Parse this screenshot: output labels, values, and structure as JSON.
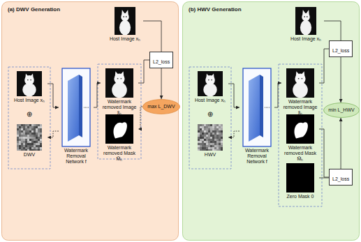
{
  "diagram": {
    "nodes": [
      {
        "text": [
          "(a) DWV Generation"
        ]
      },
      {
        "text": [
          "Host Image xₕ"
        ],
        "in": 0
      },
      {
        "text": [
          "L2_loss"
        ],
        "in": 0
      },
      {
        "text": [
          "Host Image xₕ"
        ],
        "in": 0
      },
      {
        "text": [
          "DWV"
        ],
        "in": 0
      },
      {
        "text": [
          "Watermark Removal Network f"
        ],
        "in": 0
      },
      {
        "text": [
          "Watermark removed Image x̂ₕ"
        ],
        "in": 0
      },
      {
        "text": [
          "Watermark removed Mask M̂ₕ"
        ],
        "in": 0
      },
      {
        "text": [
          "max L_DWV"
        ],
        "in": 0
      },
      {
        "text": [
          "(b) HWV Generation"
        ]
      },
      {
        "text": [
          "Host Image xₕ"
        ],
        "in": 9
      },
      {
        "text": [
          "Host Image xₕ"
        ],
        "in": 9
      },
      {
        "text": [
          "HWV"
        ],
        "in": 9
      },
      {
        "text": [
          "Watermark Removal Network f"
        ],
        "in": 9
      },
      {
        "text": [
          "L2_loss"
        ],
        "in": 9
      },
      {
        "text": [
          "Watermark removed Image x̂ₕ"
        ],
        "in": 9
      },
      {
        "text": [
          "Watermark removed Mask M̂ₕ"
        ],
        "in": 9
      },
      {
        "text": [
          "L2_loss"
        ],
        "in": 9
      },
      {
        "text": [
          "Zero Mask 0"
        ],
        "in": 9
      },
      {
        "text": [
          "min L_HWV"
        ],
        "in": 9
      }
    ],
    "edges": [
      {
        "from": 3,
        "to": 5,
        "arrow": "to"
      },
      {
        "from": 5,
        "to": 6,
        "arrow": "to"
      },
      {
        "from": 1,
        "to": 2,
        "arrow": "none"
      },
      {
        "from": 6,
        "to": 2,
        "arrow": "none"
      },
      {
        "from": 2,
        "to": 8,
        "arrow": "to"
      },
      {
        "from": 8,
        "to": 7,
        "arrow": "to"
      },
      {
        "from": 5,
        "to": 4,
        "arrow": "to"
      },
      {
        "from": 11,
        "to": 13,
        "arrow": "to"
      },
      {
        "from": 13,
        "to": 15,
        "arrow": "to"
      },
      {
        "from": 10,
        "to": 14,
        "arrow": "none"
      },
      {
        "from": 15,
        "to": 14,
        "arrow": "none"
      },
      {
        "from": 16,
        "to": 17,
        "arrow": "none"
      },
      {
        "from": 18,
        "to": 17,
        "arrow": "none"
      },
      {
        "from": 14,
        "to": 19,
        "arrow": "to"
      },
      {
        "from": 17,
        "to": 19,
        "arrow": "to"
      },
      {
        "from": 13,
        "to": 12,
        "arrow": "to"
      }
    ],
    "labels": [
      "⊕",
      "⊕"
    ]
  }
}
